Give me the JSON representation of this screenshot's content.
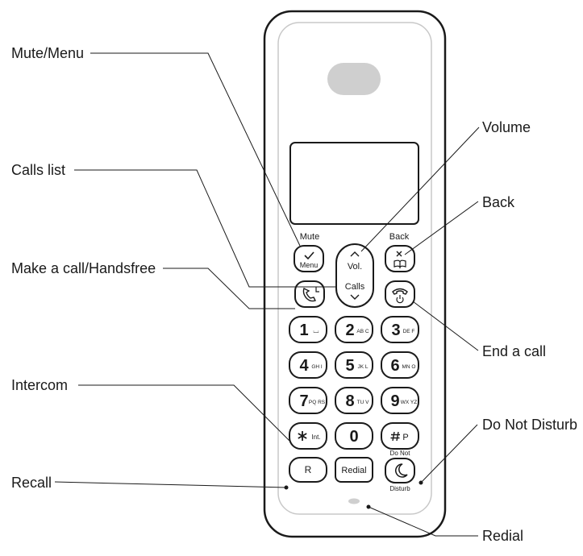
{
  "callouts": {
    "mute_menu": "Mute/Menu",
    "calls_list": "Calls list",
    "make_call": "Make a call/Handsfree",
    "intercom": "Intercom",
    "recall": "Recall",
    "volume": "Volume",
    "back": "Back",
    "end_call": "End a call",
    "do_not_disturb": "Do Not Disturb",
    "redial": "Redial"
  },
  "handset": {
    "mute_caption": "Mute",
    "back_caption": "Back",
    "menu_key": "Menu",
    "vol_key": "Vol.",
    "calls_key": "Calls",
    "do_not_caption": "Do Not",
    "disturb_caption": "Disturb",
    "keys": [
      {
        "digit": "1",
        "letters": "⌴"
      },
      {
        "digit": "2",
        "letters": "AB C"
      },
      {
        "digit": "3",
        "letters": "DE F"
      },
      {
        "digit": "4",
        "letters": "GH I"
      },
      {
        "digit": "5",
        "letters": "JK L"
      },
      {
        "digit": "6",
        "letters": "MN O"
      },
      {
        "digit": "7",
        "letters": "PQ RS"
      },
      {
        "digit": "8",
        "letters": "TU V"
      },
      {
        "digit": "9",
        "letters": "WX YZ"
      }
    ],
    "star_key": "Int.",
    "zero_key": "0",
    "hash_key": "P",
    "r_key": "R",
    "redial_key": "Redial"
  },
  "colors": {
    "outline": "#1a1a1a",
    "inner_outline": "#c8c8c8",
    "earpiece": "#cfcfcf"
  }
}
